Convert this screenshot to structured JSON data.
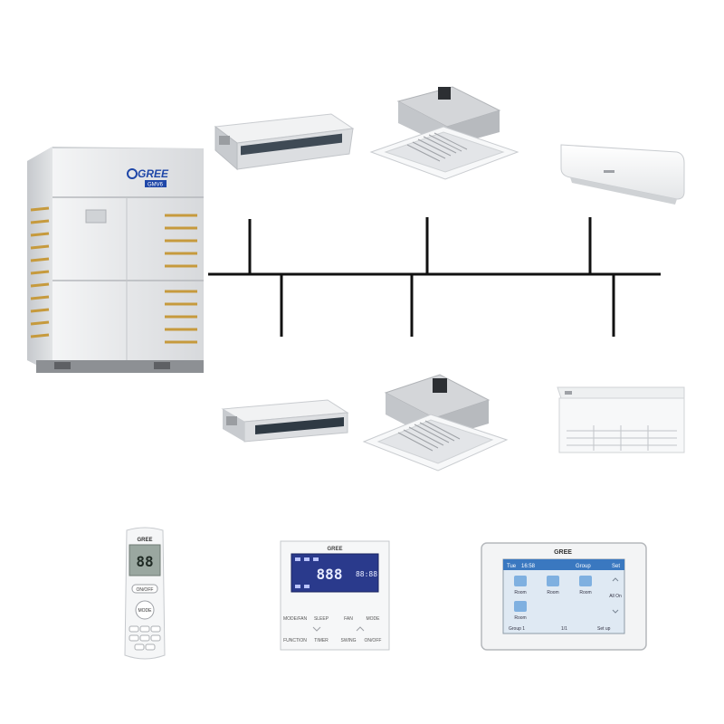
{
  "outdoor_unit": {
    "brand": "GREE",
    "series": "GMV6"
  },
  "wired_controller": {
    "brand": "GREE",
    "display_main": "888",
    "display_side": "88:88",
    "buttons_row1": [
      "MODE/FAN",
      "SLEEP",
      "FAN",
      "MODE"
    ],
    "buttons_row2": [
      "FUNCTION",
      "TIMER",
      "SWING",
      "ON/OFF"
    ]
  },
  "remote_controller": {
    "brand": "GREE",
    "display": "88",
    "button_onoff": "ON/OFF",
    "button_mode": "MODE"
  },
  "touch_controller": {
    "brand": "GREE",
    "day": "Tue",
    "time": "16:58",
    "group": "Group",
    "set": "Set",
    "rooms": [
      "Room",
      "Room",
      "Room",
      "Room"
    ],
    "all_on": "All On",
    "footer_left": "Group 1",
    "footer_center": "1/1",
    "footer_right": "Set up"
  },
  "colors": {
    "pipe": "#111111",
    "unit_body": "#e6e8ea",
    "unit_shadow": "#b9bcc0",
    "brand_blue": "#1f47a8",
    "lcd_blue": "#2a3a8c",
    "touch_screen": "#dfe9f3"
  }
}
